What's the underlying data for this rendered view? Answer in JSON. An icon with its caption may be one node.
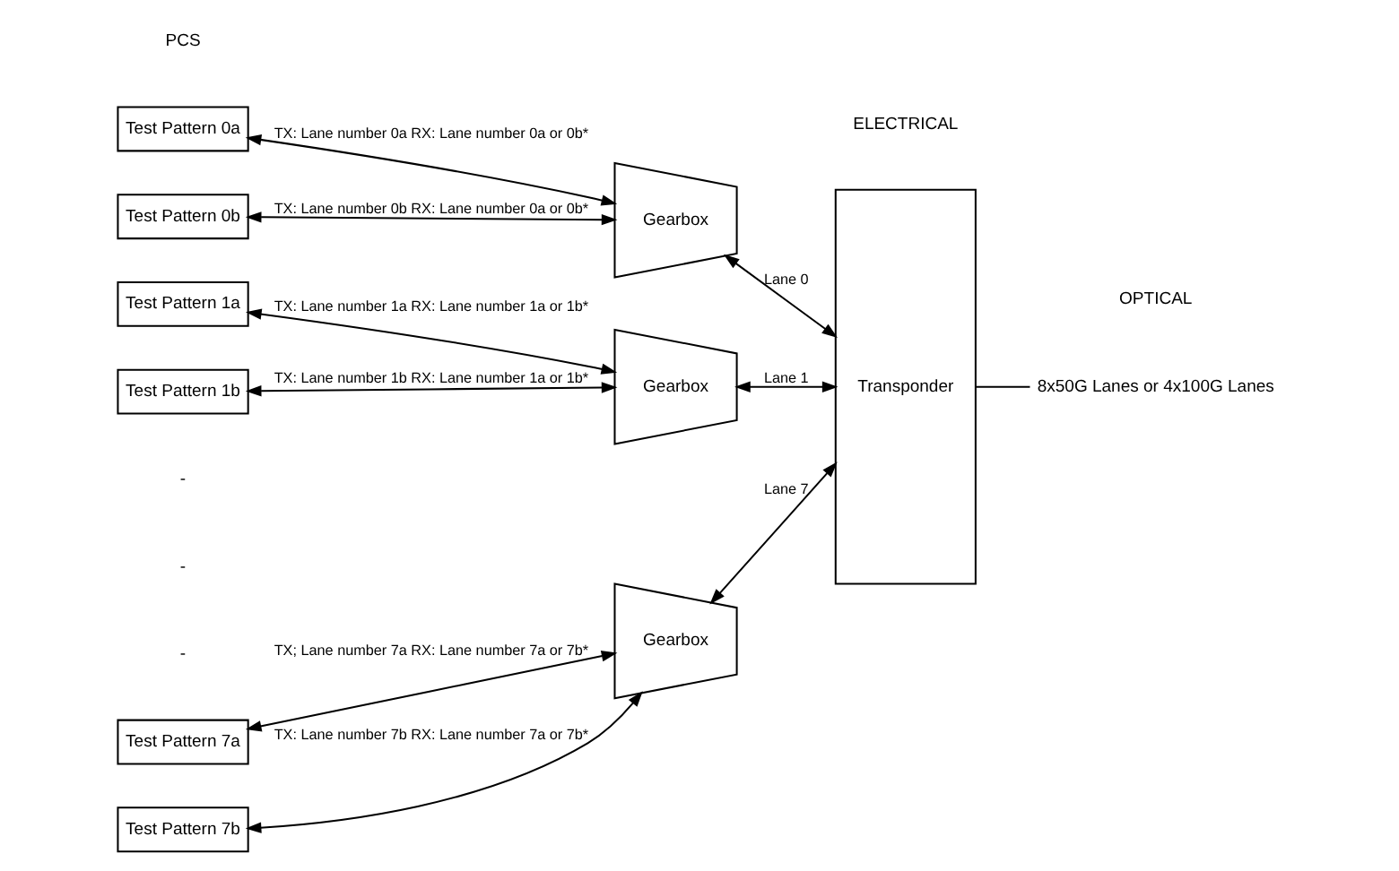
{
  "diagram": {
    "nodes": [
      {
        "text": [
          "Test Pattern 0a"
        ]
      },
      {
        "text": [
          "Test Pattern 0b"
        ]
      },
      {
        "text": [
          "Gearbox"
        ]
      },
      {
        "text": [
          "Test Pattern 1a"
        ]
      },
      {
        "text": [
          "Test Pattern 1b"
        ]
      },
      {
        "text": [
          "Gearbox"
        ]
      },
      {
        "text": [
          "Test Pattern 7a"
        ]
      },
      {
        "text": [
          "Test Pattern 7b"
        ]
      },
      {
        "text": [
          "Gearbox"
        ]
      },
      {
        "text": [
          "Transponder"
        ]
      },
      {
        "text": [
          "8x50G Lanes or 4x100G Lanes"
        ]
      }
    ],
    "edges": [
      {
        "from": 0,
        "to": 2,
        "arrow": "both",
        "label": "TX: Lane number 0a RX: Lane number 0a or 0b*"
      },
      {
        "from": 1,
        "to": 2,
        "arrow": "both",
        "label": "TX: Lane number 0b RX: Lane number 0a or 0b*"
      },
      {
        "from": 2,
        "to": 9,
        "arrow": "both",
        "label": "Lane 0"
      },
      {
        "from": 3,
        "to": 5,
        "arrow": "both",
        "label": "TX: Lane number 1a RX: Lane number 1a or 1b*"
      },
      {
        "from": 4,
        "to": 5,
        "arrow": "both",
        "label": "TX: Lane number 1b RX: Lane number 1a or 1b*"
      },
      {
        "from": 5,
        "to": 9,
        "arrow": "both",
        "label": "Lane 1"
      },
      {
        "from": 6,
        "to": 8,
        "arrow": "both",
        "label": "TX; Lane number 7a RX: Lane number 7a or 7b*"
      },
      {
        "from": 7,
        "to": 8,
        "arrow": "both",
        "label": "TX: Lane number 7b RX: Lane number 7a or 7b*"
      },
      {
        "from": 8,
        "to": 9,
        "arrow": "both",
        "label": "Lane 7"
      },
      {
        "from": 9,
        "to": 10,
        "arrow": "none"
      }
    ],
    "labels": [
      "PCS",
      "ELECTRICAL",
      "OPTICAL",
      "-",
      "-",
      "-"
    ]
  }
}
